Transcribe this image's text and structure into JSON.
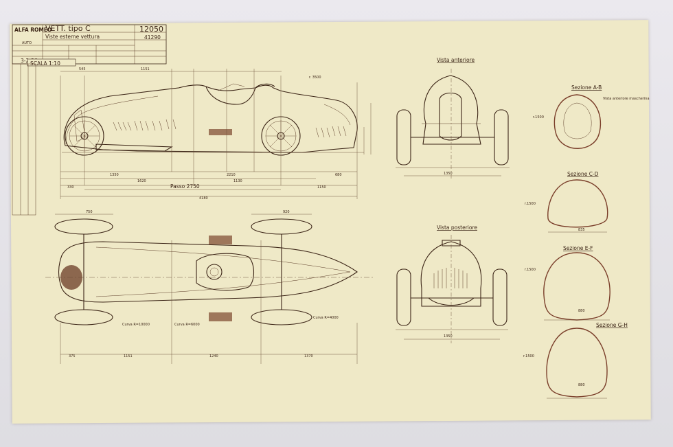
{
  "title_block": {
    "brand": "ALFA ROMEO",
    "model": "VETT. tipo C",
    "description": "Viste esterne vettura",
    "drawing_number": "12050",
    "ref_number": "41290",
    "department": "AUTO",
    "date": "3-2-36",
    "scale": "SCALA 1:10"
  },
  "view_titles": {
    "front": "Vista anteriore",
    "rear": "Vista posteriore",
    "section_ab": "Sezione A-B",
    "section_cd": "Sezione C-D",
    "section_ef": "Sezione E-F",
    "section_gh": "Sezione G-H",
    "section_ab_note": "Vista anteriore mascherina"
  },
  "side_view": {
    "dims": {
      "wheelbase": "Passo 2750",
      "overall_length": "4180",
      "front_overhang": "330",
      "rear_overhang": "1150",
      "segment_a": "1350",
      "segment_b": "1620",
      "segment_c": "2210",
      "segment_d": "1130",
      "segment_e": "680",
      "radius": "r. 3500",
      "height_1": "545",
      "height_2": "1151"
    }
  },
  "top_view": {
    "dims": {
      "width_top": "750",
      "width_rear": "920",
      "length_a": "375",
      "length_b": "1151",
      "length_c": "1240",
      "length_d": "1370",
      "curve_1": "Curva R=10000",
      "curve_2": "Curva R=6000",
      "curve_3": "Curva R=4000"
    }
  },
  "front_view": {
    "track": "1350"
  },
  "rear_view": {
    "track": "1350"
  },
  "sections": {
    "ab_radius": "r.1500",
    "cd_radius": "r.1500",
    "ef_radius": "r.1500",
    "gh_radius": "r.1500",
    "cd_width": "835",
    "ef_width": "880",
    "gh_width": "880"
  }
}
